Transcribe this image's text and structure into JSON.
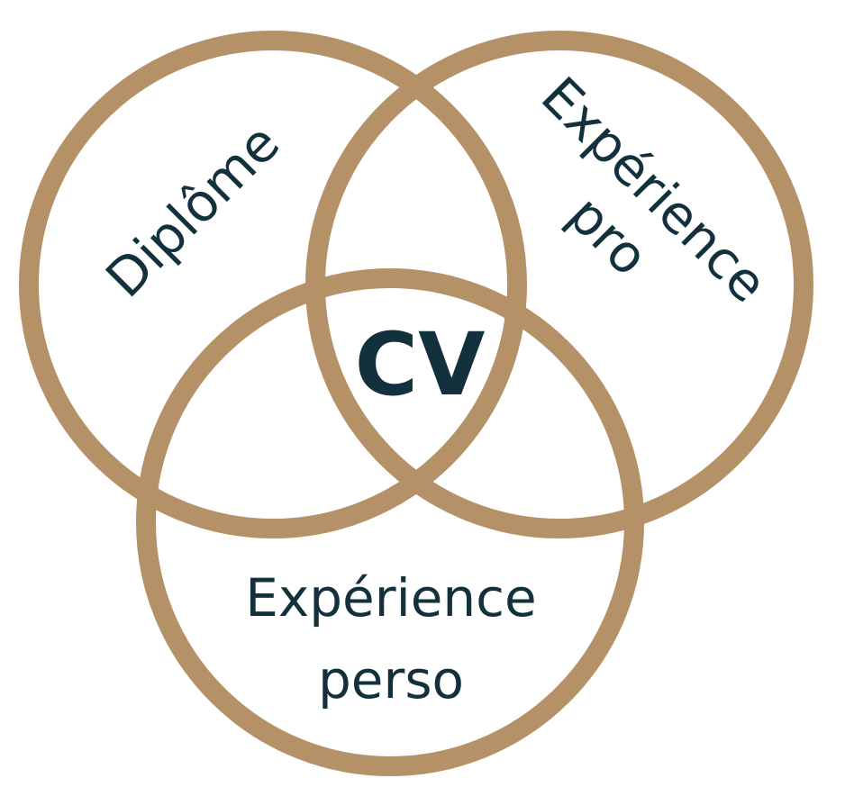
{
  "colors": {
    "ring": "#b59168",
    "text": "#13313d",
    "background": "#ffffff"
  },
  "circles": {
    "top_left": {
      "label": "Diplôme"
    },
    "top_right": {
      "label_line1": "Expérience",
      "label_line2": "pro"
    },
    "bottom": {
      "label_line1": "Expérience",
      "label_line2": "perso"
    }
  },
  "center": {
    "label": "CV"
  }
}
